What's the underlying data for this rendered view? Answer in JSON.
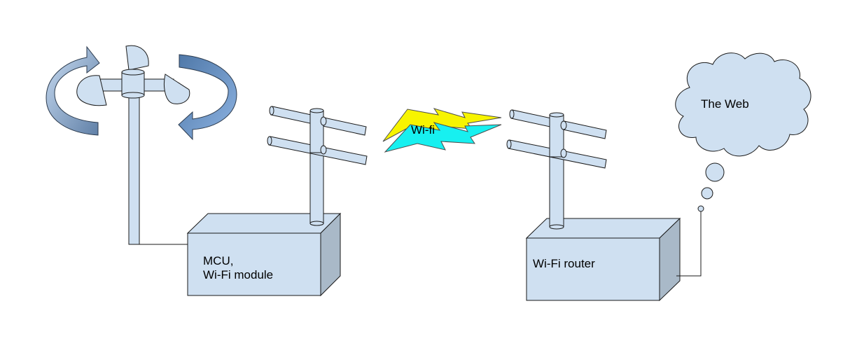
{
  "labels": {
    "mcu_line1": "MCU,",
    "mcu_line2": "Wi-Fi module",
    "wifi_link": "Wi-fi",
    "router": "Wi-Fi router",
    "web": "The Web"
  },
  "colors": {
    "shape_fill": "#cfe0f1",
    "shape_side": "#a9b9c8",
    "stroke": "#1a1a1a",
    "arrow_light": "#9fc0e6",
    "arrow_dark": "#5f86b6",
    "bolt_yellow": "#f7f400",
    "bolt_cyan": "#17f0f0"
  }
}
